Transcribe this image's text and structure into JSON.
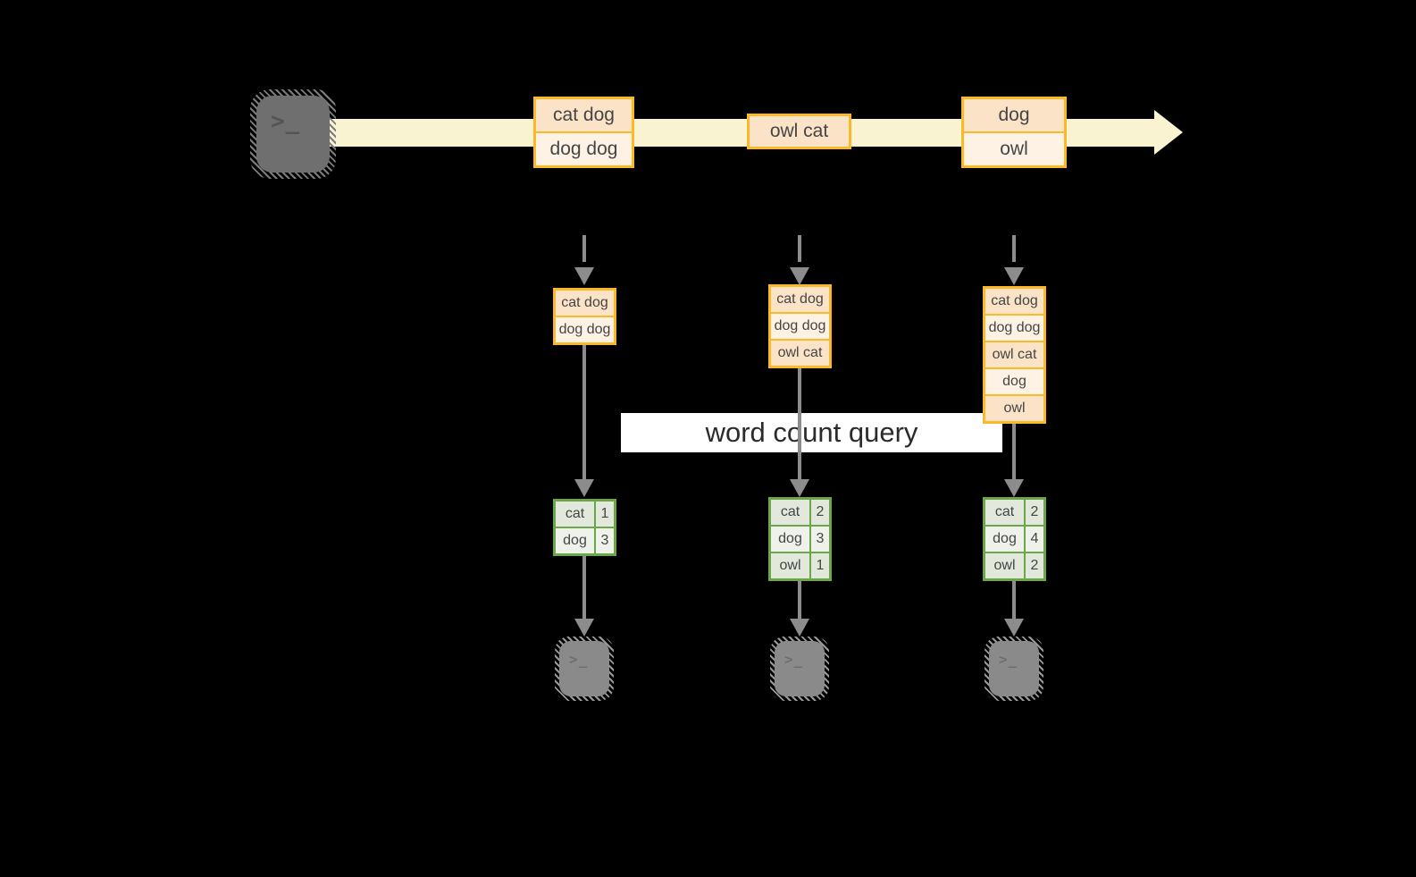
{
  "query": {
    "label": "word count query"
  },
  "icons": {
    "source_terminal": "terminal-icon",
    "sink_terminal": "terminal-icon",
    "prompt_glyph": ">_"
  },
  "stream": {
    "batches": [
      {
        "rows": [
          "cat dog",
          "dog dog"
        ]
      },
      {
        "rows": [
          "owl cat"
        ]
      },
      {
        "rows": [
          "dog",
          "owl"
        ]
      }
    ]
  },
  "pipelines": [
    {
      "input_rows": [
        "cat dog",
        "dog dog"
      ],
      "result": [
        {
          "word": "cat",
          "count": "1"
        },
        {
          "word": "dog",
          "count": "3"
        }
      ]
    },
    {
      "input_rows": [
        "cat dog",
        "dog dog",
        "owl cat"
      ],
      "result": [
        {
          "word": "cat",
          "count": "2"
        },
        {
          "word": "dog",
          "count": "3"
        },
        {
          "word": "owl",
          "count": "1"
        }
      ]
    },
    {
      "input_rows": [
        "cat dog",
        "dog dog",
        "owl cat",
        "dog",
        "owl"
      ],
      "result": [
        {
          "word": "cat",
          "count": "2"
        },
        {
          "word": "dog",
          "count": "4"
        },
        {
          "word": "owl",
          "count": "2"
        }
      ]
    }
  ],
  "colors": {
    "background": "#000000",
    "stream_band": "#FAF3D2",
    "box_border": "#FBB829",
    "row_peach": "#FAE3C7",
    "row_cream": "#FDF2E4",
    "table_border": "#6BA74A",
    "cell_dark": "#E2E8DB",
    "cell_light": "#EFF2EB",
    "arrow_gray": "#8C8C8C",
    "terminal_dark": "#6F6F6F",
    "terminal_light": "#8A8A8A",
    "text_dark": "#454545"
  }
}
